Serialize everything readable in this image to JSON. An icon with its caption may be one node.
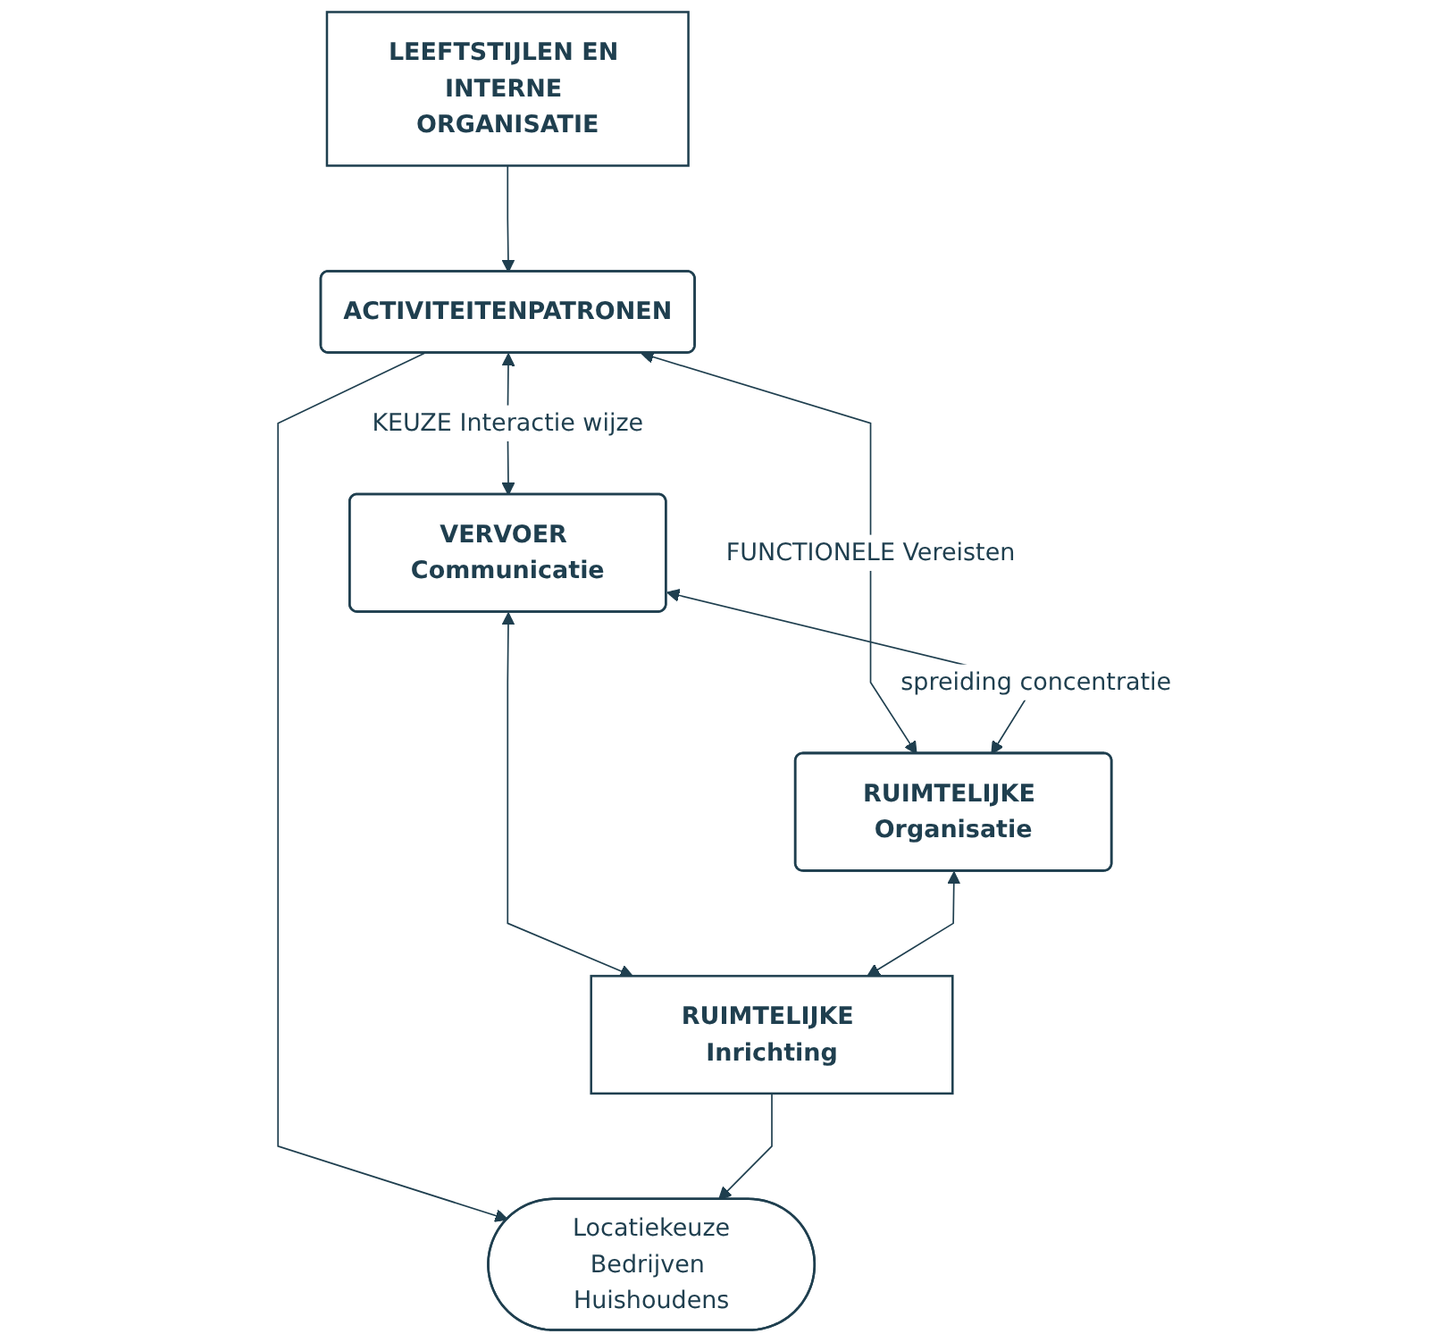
{
  "diagram": {
    "nodes": [
      {
        "text": [
          "LEEFTSTIJLEN EN INTERNE ORGANISATIE"
        ]
      },
      {
        "text": [
          "ACTIVITEITENPATRONEN"
        ]
      },
      {
        "text": [
          "Locatiekeuze",
          "Bedrijven Huishoudens"
        ]
      },
      {
        "text": [
          "VERVOER Communicatie"
        ]
      },
      {
        "text": [
          "RUIMTELIJKE Organisatie"
        ]
      },
      {
        "text": [
          "RUIMTELIJKE Inrichting"
        ]
      }
    ],
    "edges": [
      {
        "from": 0,
        "to": 1,
        "arrow": "to"
      },
      {
        "from": 1,
        "to": 2,
        "arrow": "to"
      },
      {
        "from": 1,
        "to": 3,
        "arrow": "both",
        "label": "KEUZE Interactie wijze"
      },
      {
        "from": 1,
        "to": 4,
        "arrow": "both",
        "label": "FUNCTIONELE Vereisten"
      },
      {
        "from": 3,
        "to": 4,
        "arrow": "both",
        "label": "spreiding concentratie"
      },
      {
        "from": 3,
        "to": 5,
        "arrow": "both"
      },
      {
        "from": 4,
        "to": 5,
        "arrow": "both"
      },
      {
        "from": 5,
        "to": 2,
        "arrow": "to"
      }
    ]
  }
}
